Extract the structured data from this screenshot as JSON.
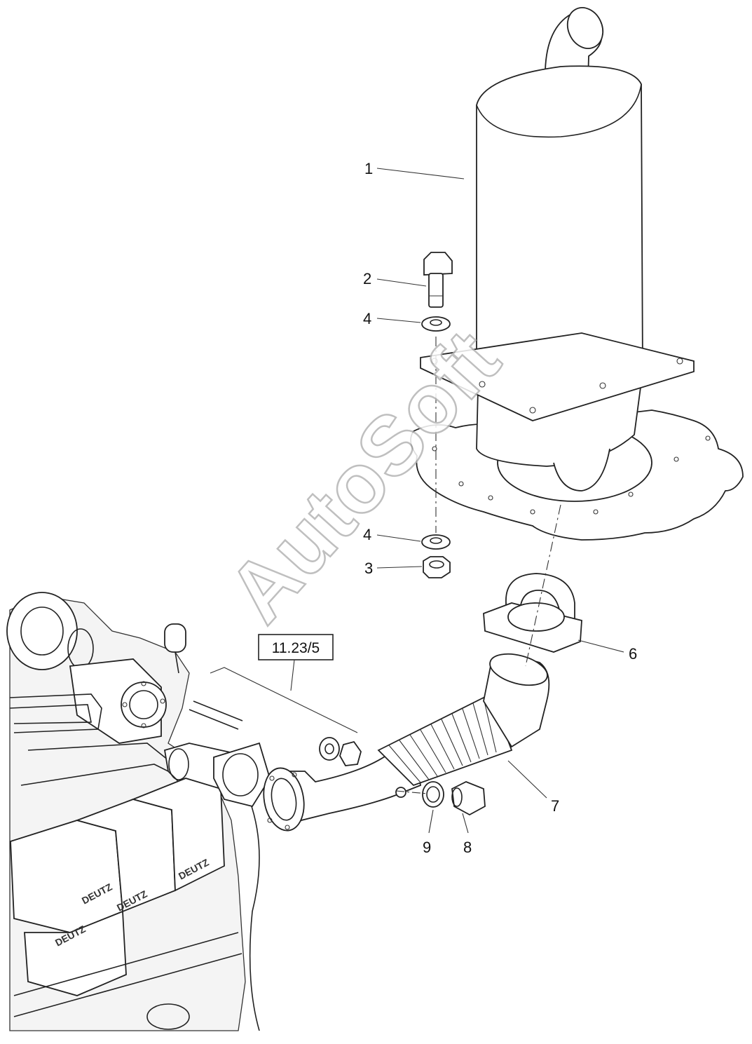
{
  "diagram": {
    "reference_box": "11.23/5",
    "watermark": "AutoSoft",
    "engine_brand_marks": [
      "DEUTZ",
      "DEUTZ",
      "DEUTZ",
      "DEUTZ"
    ],
    "callouts": [
      {
        "id": "c1",
        "label": "1"
      },
      {
        "id": "c2",
        "label": "2"
      },
      {
        "id": "c4a",
        "label": "4"
      },
      {
        "id": "c4b",
        "label": "4"
      },
      {
        "id": "c3",
        "label": "3"
      },
      {
        "id": "c6",
        "label": "6"
      },
      {
        "id": "c7",
        "label": "7"
      },
      {
        "id": "c9",
        "label": "9"
      },
      {
        "id": "c8",
        "label": "8"
      }
    ]
  }
}
